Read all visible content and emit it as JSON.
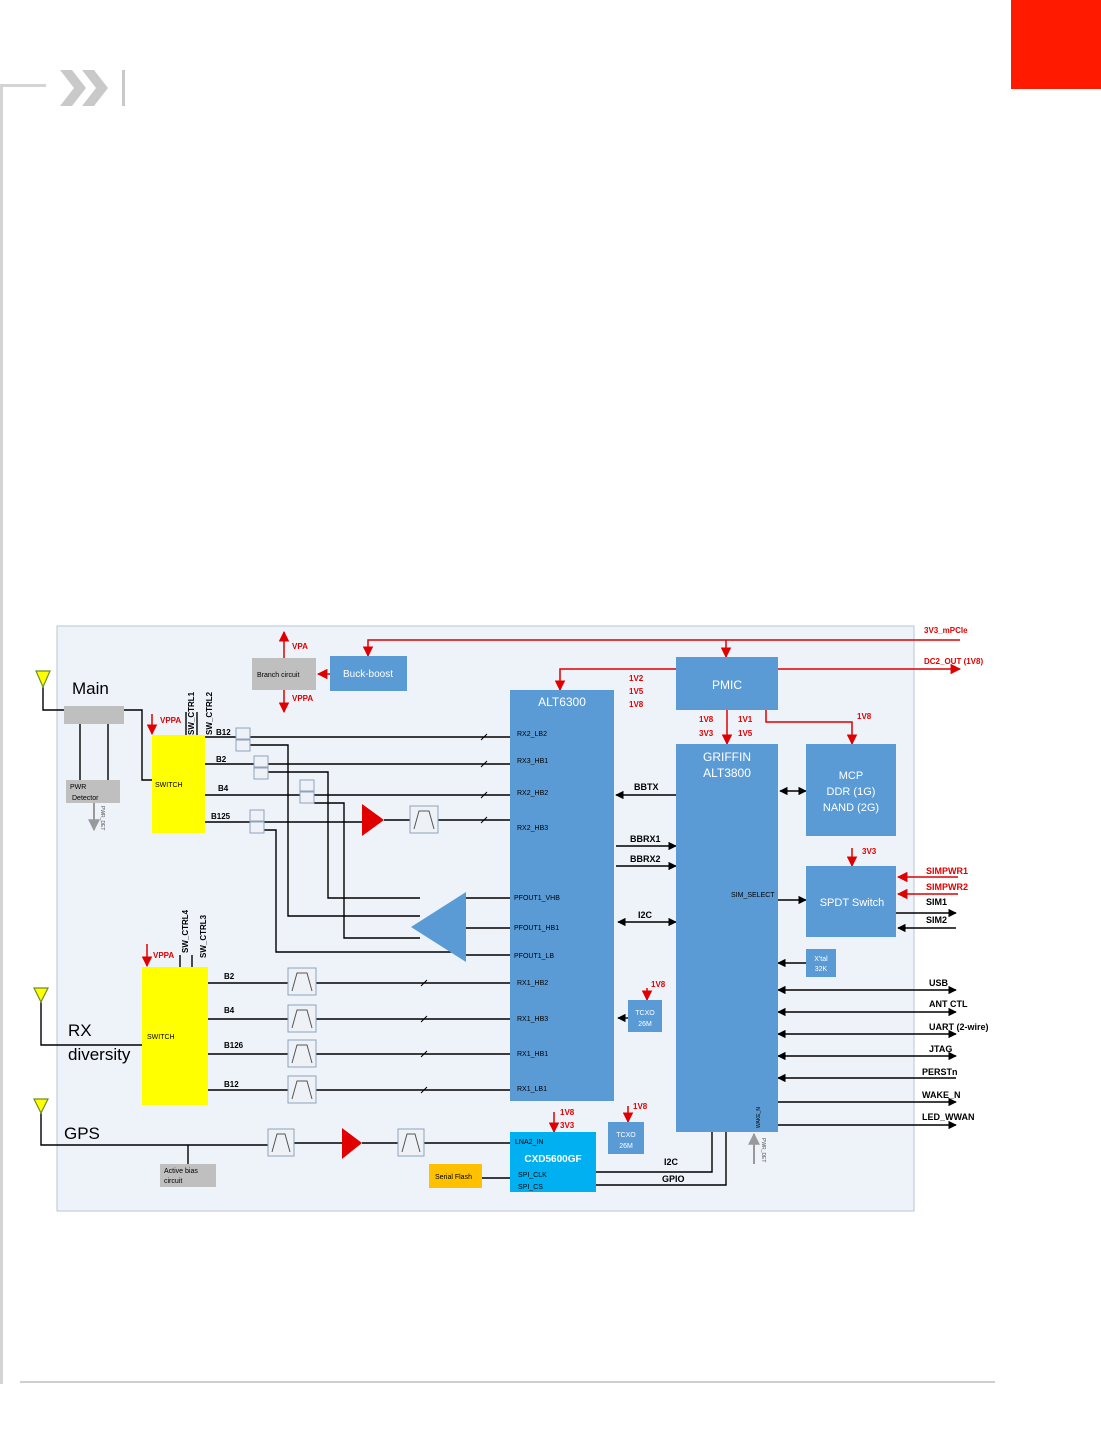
{
  "colors": {
    "accent_red": "#ff1a00",
    "block_blue": "#5b9bd5",
    "gnss_blue": "#00b0f0",
    "switch_yellow": "#ffff00",
    "flash_orange": "#ffc000",
    "aux_gray": "#bfbfbf",
    "panel_bg": "#eef3fa",
    "power_red": "#e00000"
  },
  "antennas": {
    "main": "Main",
    "rx": "RX",
    "diversity": "diversity",
    "gps": "GPS"
  },
  "blocks": {
    "alt6300": "ALT6300",
    "pmic": "PMIC",
    "griffin_1": "GRIFFIN",
    "griffin_2": "ALT3800",
    "mcp_1": "MCP",
    "mcp_2": "DDR (1G)",
    "mcp_3": "NAND (2G)",
    "spdt": "SPDT Switch",
    "xtal_1": "X'tal",
    "xtal_2": "32K",
    "tcxo_a_1": "TCXO",
    "tcxo_a_2": "26M",
    "tcxo_b_1": "TCXO",
    "tcxo_b_2": "26M",
    "cxd": "CXD5600GF",
    "serial_flash": "Serial Flash",
    "buck_boost": "Buck-boost",
    "branch_circuit": "Branch circuit",
    "pwr_detector_1": "PWR",
    "pwr_detector_2": "Detector",
    "active_bias_1": "Active bias",
    "active_bias_2": "circuit",
    "switch_main": "SWITCH",
    "switch_div": "SWITCH"
  },
  "power": {
    "v3v3_mpcie": "3V3_mPCIe",
    "dc2_out": "DC2_OUT (1V8)",
    "vpa_top": "VPA",
    "vpa_bottom": "VPPA",
    "vppa_main": "VPPA",
    "vppa_div": "VPPA",
    "pmic_1v2": "1V2",
    "pmic_1v5": "1V5",
    "pmic_1v8": "1V8",
    "griffin_1v8": "1V8",
    "griffin_3v3": "3V3",
    "griffin_1v1": "1V1",
    "griffin_1v5": "1V5",
    "mcp_1v8": "1V8",
    "spdt_3v3": "3V3",
    "tcxo_a_1v8": "1V8",
    "tcxo_b_1v8": "1V8",
    "cxd_1v8": "1V8",
    "cxd_3v3": "3V3",
    "simpwr1": "SIMPWR1",
    "simpwr2": "SIMPWR2"
  },
  "controls": {
    "sw_ctrl1": "SW_CTRL1",
    "sw_ctrl2": "SW_CTRL2",
    "sw_ctrl4": "SW_CTRL4",
    "sw_ctrl3": "SW_CTRL3"
  },
  "bands_main": [
    "B12",
    "B2",
    "B4",
    "B125"
  ],
  "bands_div": [
    "B2",
    "B4",
    "B126",
    "B12"
  ],
  "alt6300_ports": [
    "RX2_LB2",
    "RX3_HB1",
    "RX2_HB2",
    "RX2_HB3",
    "PFOUT1_VHB",
    "PFOUT1_HB1",
    "PFOUT1_LB",
    "RX1_HB2",
    "RX1_HB3",
    "RX1_HB1",
    "RX1_LB1"
  ],
  "buses": {
    "bbtx": "BBTX",
    "bbrx1": "BBRX1",
    "bbrx2": "BBRX2",
    "i2c": "I2C",
    "sim_select": "SIM_SELECT",
    "sim1": "SIM1",
    "sim2": "SIM2",
    "cxd_i2c": "I2C",
    "cxd_gpio": "GPIO",
    "lna2_in": "LNA2_IN",
    "spi_clk": "SPI_CLK",
    "spi_cs": "SPI_CS",
    "pwr_det": "PWR_DET",
    "wake_vert": "WAKE_N",
    "pwr_det2": "PWR_DET"
  },
  "interfaces": [
    "USB",
    "ANT CTL",
    "UART (2-wire)",
    "JTAG",
    "PERSTn",
    "WAKE_N",
    "LED_WWAN"
  ]
}
